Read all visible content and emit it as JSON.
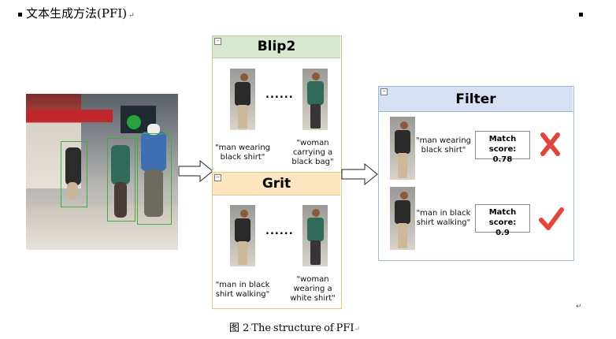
{
  "heading": {
    "text": "文本生成方法(PFI)",
    "para_mark": "↵"
  },
  "panels": {
    "blip2": {
      "title": "Blip2",
      "ellipsis": "......",
      "caption_left": [
        "\"man wearing",
        "black shirt\""
      ],
      "caption_right": [
        "\"woman",
        "carrying a",
        "black bag\""
      ]
    },
    "grit": {
      "title": "Grit",
      "ellipsis": "......",
      "caption_left": [
        "\"man in black",
        "shirt walking\""
      ],
      "caption_right": [
        "\"woman",
        "wearing a",
        "white shirt\""
      ]
    },
    "filter": {
      "title": "Filter",
      "rows": [
        {
          "caption": [
            "\"man wearing",
            "black shirt\""
          ],
          "score_label": "Match score:",
          "score": "0.78",
          "verdict_icon": "red-cross-icon"
        },
        {
          "caption": [
            "\"man in black",
            "shirt walking\""
          ],
          "score_label": "Match score:",
          "score": "0.9",
          "verdict_icon": "red-check-icon"
        }
      ]
    }
  },
  "figure_caption": {
    "prefix": "图 2",
    "words": [
      "The",
      "structure",
      "of",
      "PFI"
    ],
    "para_mark": "↵"
  },
  "colors": {
    "blip_header": "#d7e8cf",
    "grit_header": "#fbe6bf",
    "filter_header": "#d6e2f3",
    "verdict_red": "#e0463a"
  }
}
